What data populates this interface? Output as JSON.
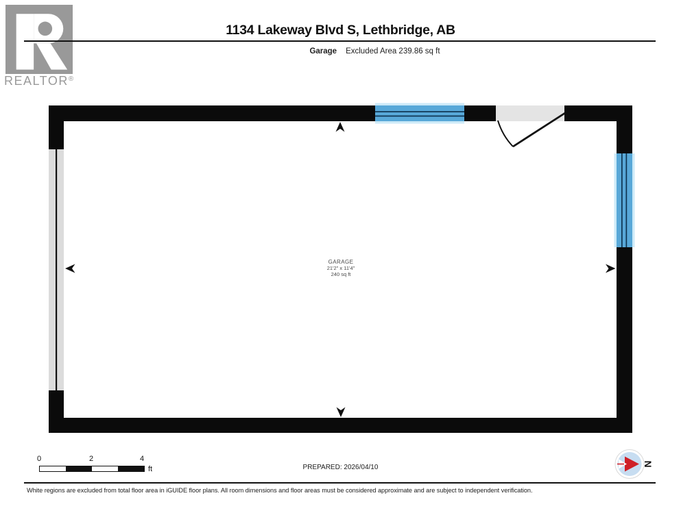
{
  "header": {
    "logo_brand": "REALTOR",
    "logo_reg": "®",
    "title": "1134 Lakeway Blvd S, Lethbridge, AB",
    "floor_label": "Garage",
    "area_note": "Excluded Area 239.86 sq ft"
  },
  "plan": {
    "room_name": "GARAGE",
    "room_dimensions": "21'2\" x 11'4\"",
    "room_area": "240 sq ft",
    "colors": {
      "wall": "#0b0b0b",
      "window_blue": "#58a8d8",
      "window_halo": "#cdeaf8",
      "window_line": "#0e3450",
      "garage_door_gray": "#dcdcdc",
      "door_opening_gray": "#e4e4e4"
    }
  },
  "scale_bar": {
    "tick_labels": [
      "0",
      "2",
      "4"
    ],
    "unit": "ft"
  },
  "footer": {
    "prepared_label": "PREPARED: 2026/04/10",
    "compass_north_label": "N",
    "compass_red": "#cf2027",
    "compass_blue": "#c7ddf1",
    "disclaimer": "White regions are excluded from total floor area in iGUIDE floor plans. All room dimensions and floor areas must be considered approximate and are subject to independent verification."
  }
}
